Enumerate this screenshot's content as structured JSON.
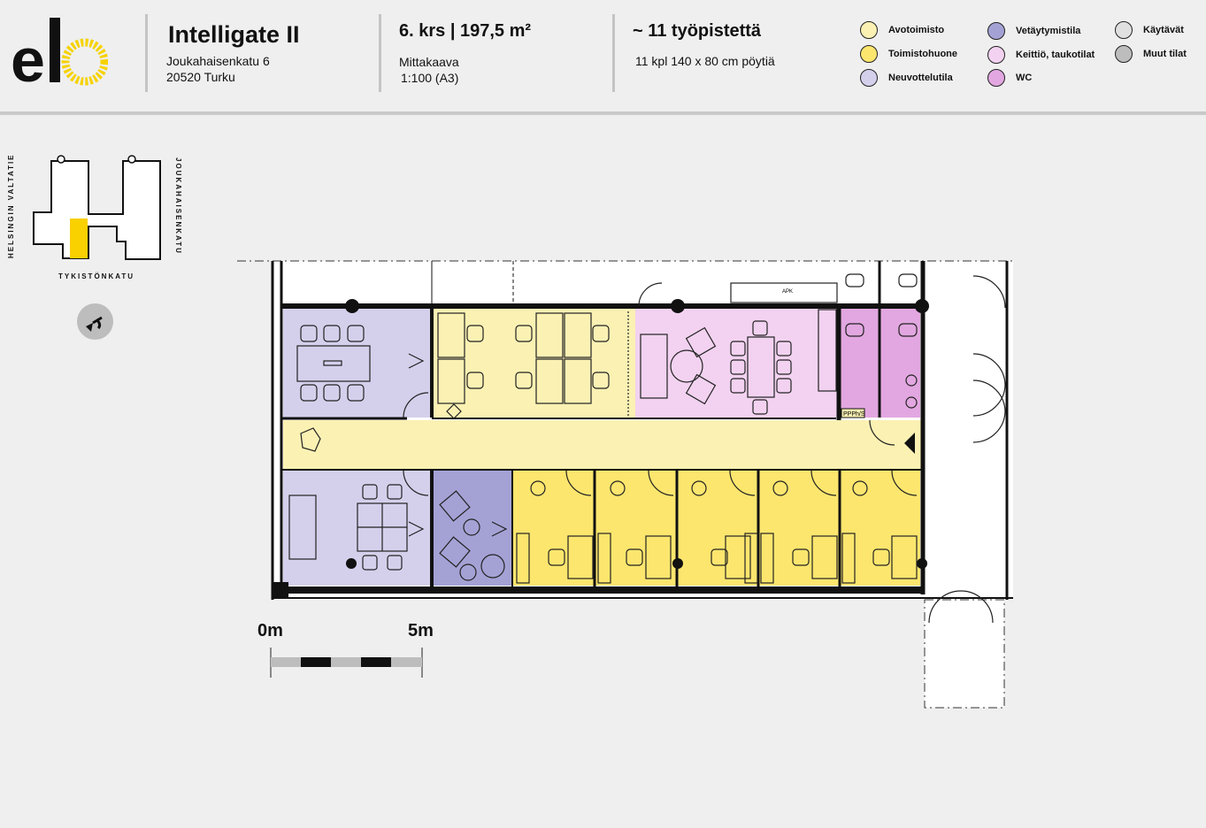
{
  "header": {
    "logo_text": "elo",
    "building_name": "Intelligate II",
    "address_line1": "Joukahaisenkatu 6",
    "address_line2": "20520 Turku",
    "floor_area": "6. krs | 197,5 m²",
    "scale_label": "Mittakaava",
    "scale_value": "1:100 (A3)",
    "workstations": "~ 11 työpistettä",
    "desks": "11 kpl 140 x 80 cm pöytiä"
  },
  "legend": [
    {
      "label": "Avotoimisto",
      "color": "#fbf1b3"
    },
    {
      "label": "Toimistohuone",
      "color": "#fde66e"
    },
    {
      "label": "Neuvottelutila",
      "color": "#d4d0ec"
    },
    {
      "label": "Vetäytymistila",
      "color": "#a4a2d5"
    },
    {
      "label": "Keittiö, taukotilat",
      "color": "#f2d2f0"
    },
    {
      "label": "WC",
      "color": "#e2a7e0"
    },
    {
      "label": "Käytävät",
      "color": "#e0e0e0"
    },
    {
      "label": "Muut tilat",
      "color": "#bdbdbd"
    }
  ],
  "site_map": {
    "street_west": "HELSINGIN VALTATIE",
    "street_east": "JOUKAHAISENKATU",
    "street_south": "TYKISTÖNKATU"
  },
  "plan": {
    "tag_ppp": "PPPh/S",
    "tag_apk": "APK"
  },
  "scale_bar": {
    "start": "0m",
    "end": "5m"
  }
}
